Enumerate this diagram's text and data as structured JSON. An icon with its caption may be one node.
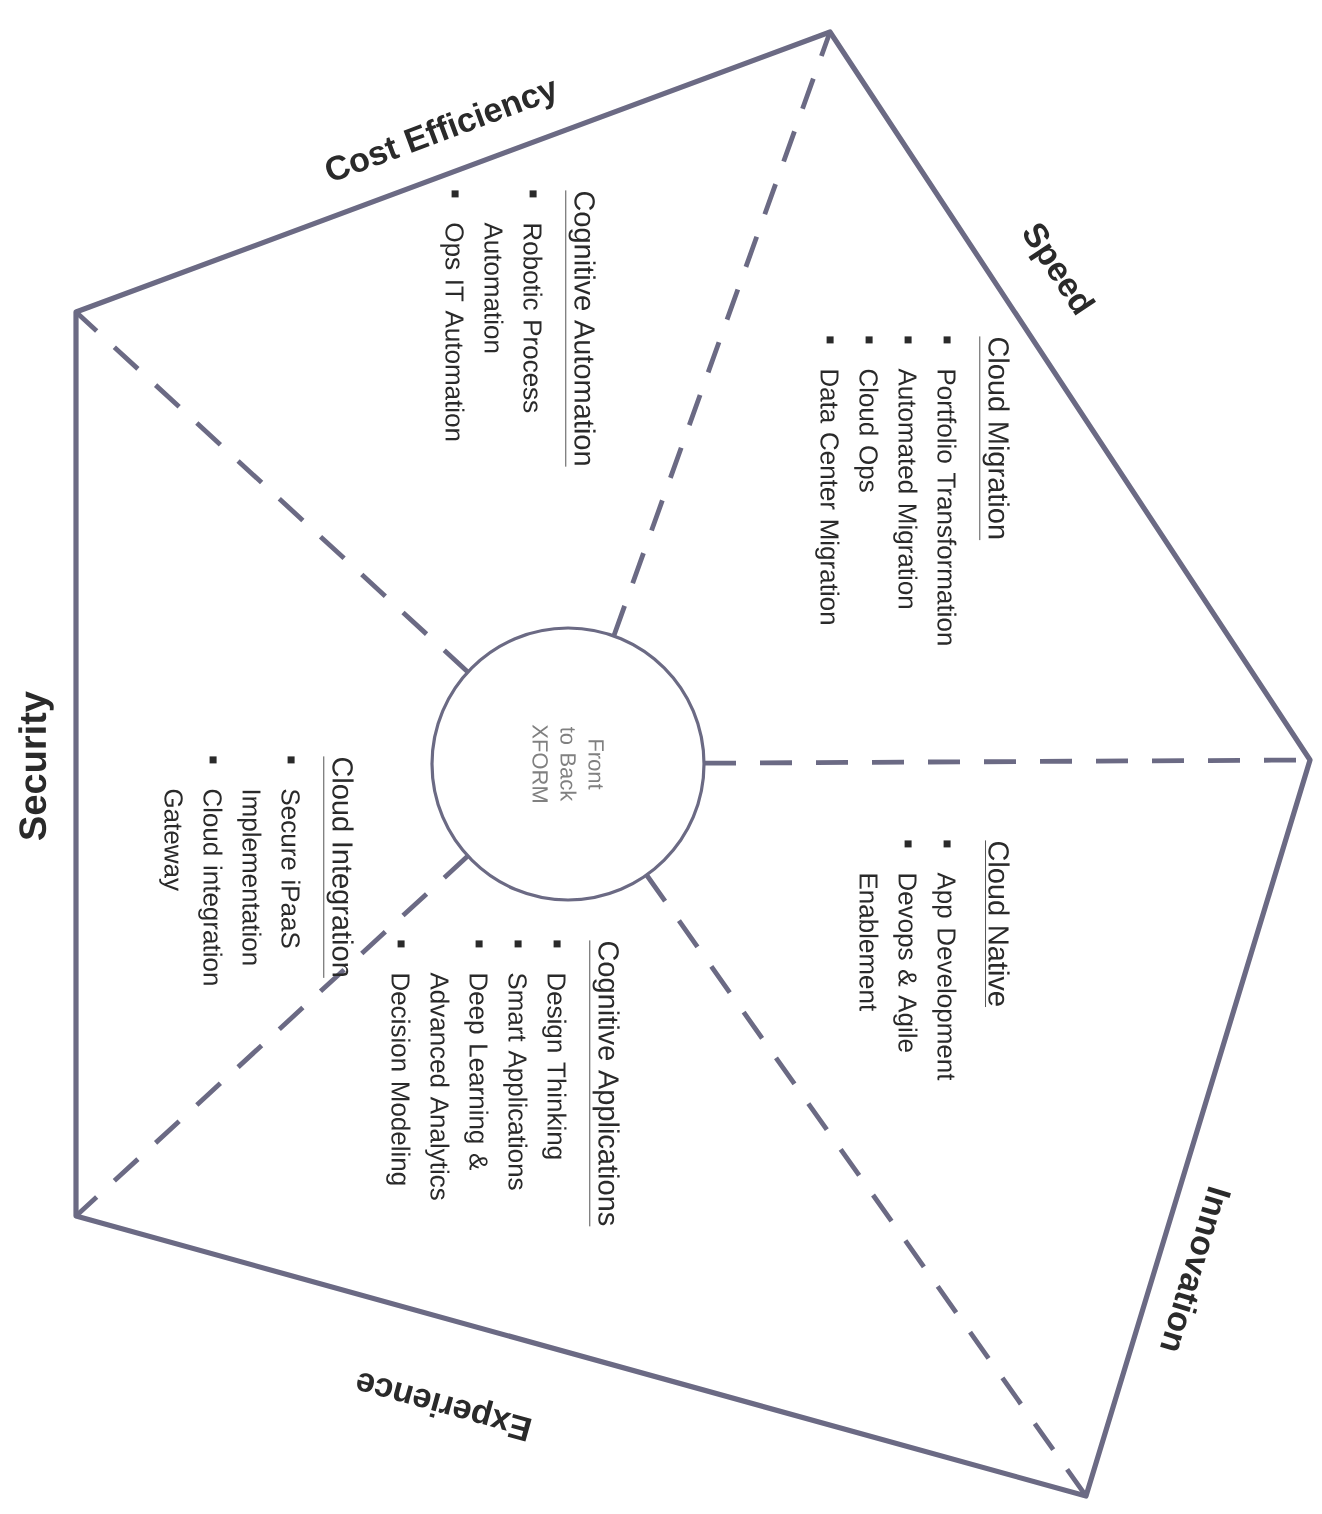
{
  "diagram": {
    "nodes": [
      {
        "text": [
          "Front to Back XFORM"
        ]
      },
      {
        "text": [
          "Cognitive Automation",
          "Robotic Process Automation",
          "Ops IT Automation"
        ]
      },
      {
        "text": [
          "Cloud Migration",
          "Portfolio Transformation",
          "Automated Migration",
          "Cloud Ops",
          "Data Center Migration"
        ]
      },
      {
        "text": [
          "Cloud Native",
          "App Development",
          "Devops & Agile Enablement"
        ]
      },
      {
        "text": [
          "Cognitive Applications",
          "Design Thinking",
          "Smart Applications",
          "Deep Learning & Advanced Analytics",
          "Decision Modeling"
        ]
      },
      {
        "text": [
          "Cloud Integration",
          "Secure iPaaS Implementation",
          "Cloud integration Gateway"
        ]
      }
    ],
    "labels": [
      "Cost Efficiency",
      "Speed",
      "Security",
      "Innovation",
      "Experience"
    ]
  }
}
